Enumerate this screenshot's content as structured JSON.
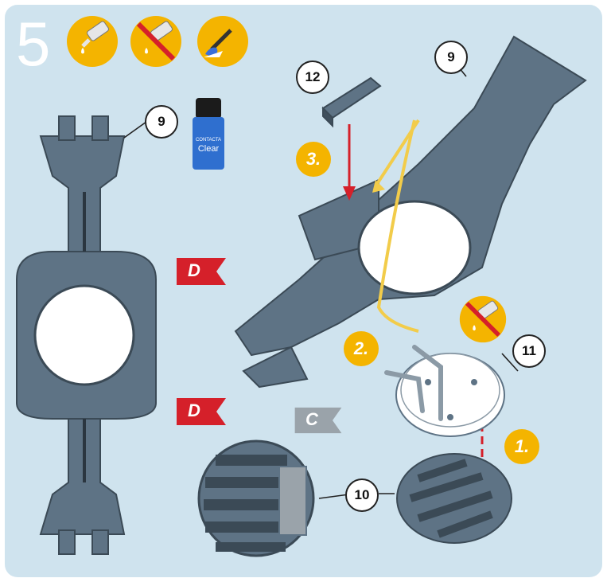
{
  "step": {
    "number": "5"
  },
  "icons": [
    "glue-drop-icon",
    "no-glue-icon",
    "brush-paint-icon"
  ],
  "callouts": {
    "part_9_left": "9",
    "part_9_right": "9",
    "part_12": "12",
    "part_11": "11",
    "part_10": "10"
  },
  "substeps": {
    "one": "1.",
    "two": "2.",
    "three": "3."
  },
  "flags": {
    "d_upper": "D",
    "d_lower": "D",
    "c": "C"
  },
  "bottle": {
    "label_top": "CONTACTA",
    "label_main": "Clear"
  },
  "colors": {
    "panel": "#cfe3ee",
    "part": "#5e7385",
    "step": "#f4b400",
    "flag_red": "#d5202a",
    "flag_grey": "#9aa3aa"
  }
}
